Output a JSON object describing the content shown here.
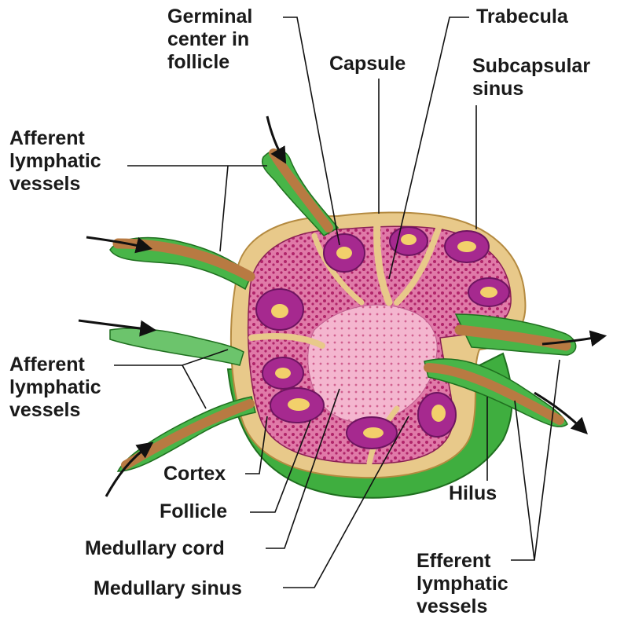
{
  "labels": {
    "germinal_center": [
      "Germinal",
      "center in",
      "follicle"
    ],
    "trabecula": "Trabecula",
    "capsule": "Capsule",
    "subcapsular_sinus": [
      "Subcapsular",
      "sinus"
    ],
    "afferent_top": [
      "Afferent",
      "lymphatic",
      "vessels"
    ],
    "afferent_bottom": [
      "Afferent",
      "lymphatic",
      "vessels"
    ],
    "cortex": "Cortex",
    "follicle": "Follicle",
    "medullary_cord": "Medullary cord",
    "medullary_sinus": "Medullary sinus",
    "hilus": "Hilus",
    "efferent": [
      "Efferent",
      "lymphatic",
      "vessels"
    ]
  },
  "colors": {
    "capsule": "#e8c98a",
    "cortex_tissue": "#c2307a",
    "medulla_tissue": "#f0a0c0",
    "follicle": "#a6298f",
    "germinal_center": "#f2d06b",
    "vessel_outer": "#48b548",
    "vessel_inner": "#b87a42",
    "hilus_fat": "#3fae3f"
  }
}
